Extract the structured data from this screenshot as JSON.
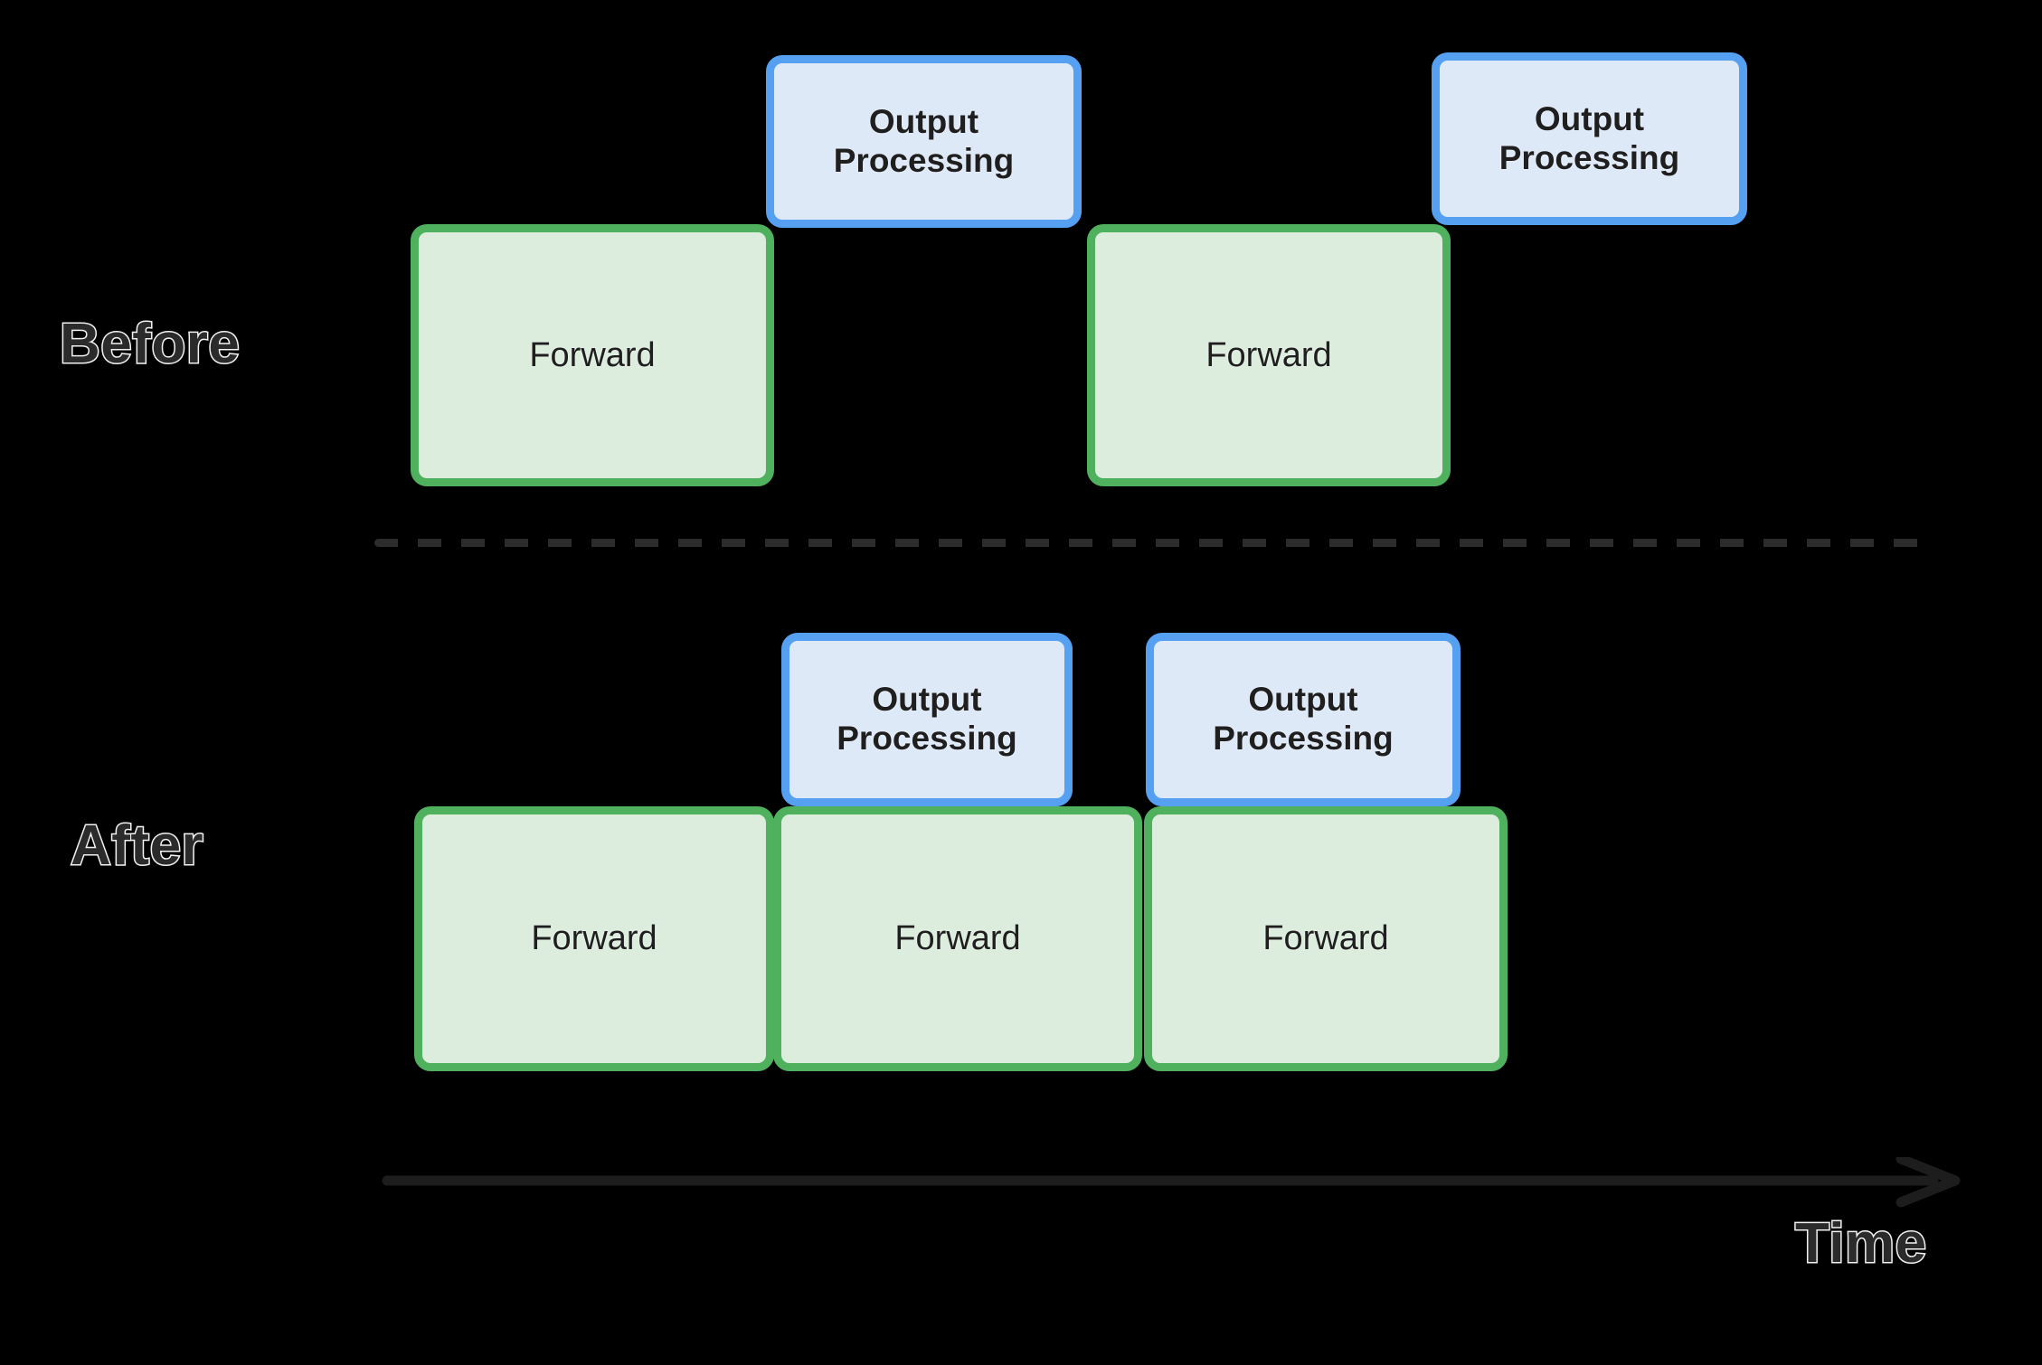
{
  "diagram": {
    "title_present": false,
    "background_color": "#000000",
    "colors": {
      "forward_fill": "#dcedde",
      "forward_border": "#4fb05d",
      "output_fill": "#dee9f8",
      "output_border": "#55a0f0",
      "label_fill": "#2b2b2b",
      "label_stroke": "#f2f2f2",
      "divider": "#2c2c2c",
      "axis": "#1d1d1d"
    },
    "rows": [
      {
        "id": "before",
        "label": "Before",
        "blocks": [
          {
            "kind": "output",
            "label": "Output\nProcessing"
          },
          {
            "kind": "forward",
            "label": "Forward"
          },
          {
            "kind": "output",
            "label": "Output\nProcessing"
          },
          {
            "kind": "forward",
            "label": "Forward"
          }
        ]
      },
      {
        "id": "after",
        "label": "After",
        "blocks": [
          {
            "kind": "output",
            "label": "Output\nProcessing"
          },
          {
            "kind": "output",
            "label": "Output\nProcessing"
          },
          {
            "kind": "forward",
            "label": "Forward"
          },
          {
            "kind": "forward",
            "label": "Forward"
          },
          {
            "kind": "forward",
            "label": "Forward"
          }
        ]
      }
    ],
    "axis": {
      "label": "Time",
      "direction": "left-to-right",
      "arrowhead": "right"
    },
    "divider": {
      "style": "dashed",
      "orientation": "horizontal"
    }
  },
  "before_row": {
    "label": "Before",
    "forward_1": "Forward",
    "forward_2": "Forward",
    "output_1": "Output\nProcessing",
    "output_2": "Output\nProcessing"
  },
  "after_row": {
    "label": "After",
    "forward_1": "Forward",
    "forward_2": "Forward",
    "forward_3": "Forward",
    "output_1": "Output\nProcessing",
    "output_2": "Output\nProcessing"
  },
  "axis": {
    "label": "Time"
  }
}
